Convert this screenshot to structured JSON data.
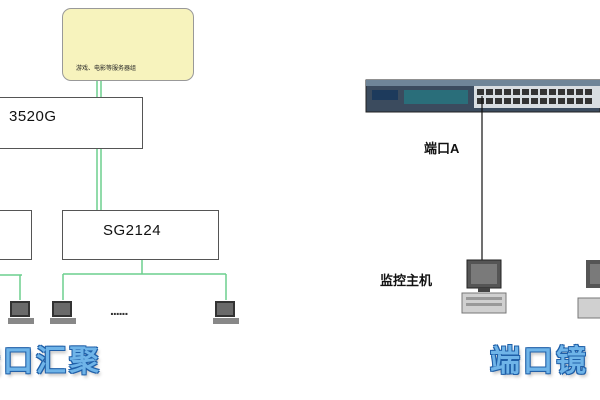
{
  "left_diagram": {
    "server_caption": "游戏、电影等服务器组",
    "core_switch": "3520G",
    "access_switch": "SG2124",
    "pc_ellipsis": "......",
    "title": "端口汇聚"
  },
  "right_diagram": {
    "port_label": "端口A",
    "monitor_label": "监控主机",
    "title": "端口镜"
  },
  "colors": {
    "link_green": "#6ccf8e",
    "title_fill": "#6fb4e8",
    "title_stroke": "#1f5fa8",
    "server_panel": "#f7f3bd"
  }
}
